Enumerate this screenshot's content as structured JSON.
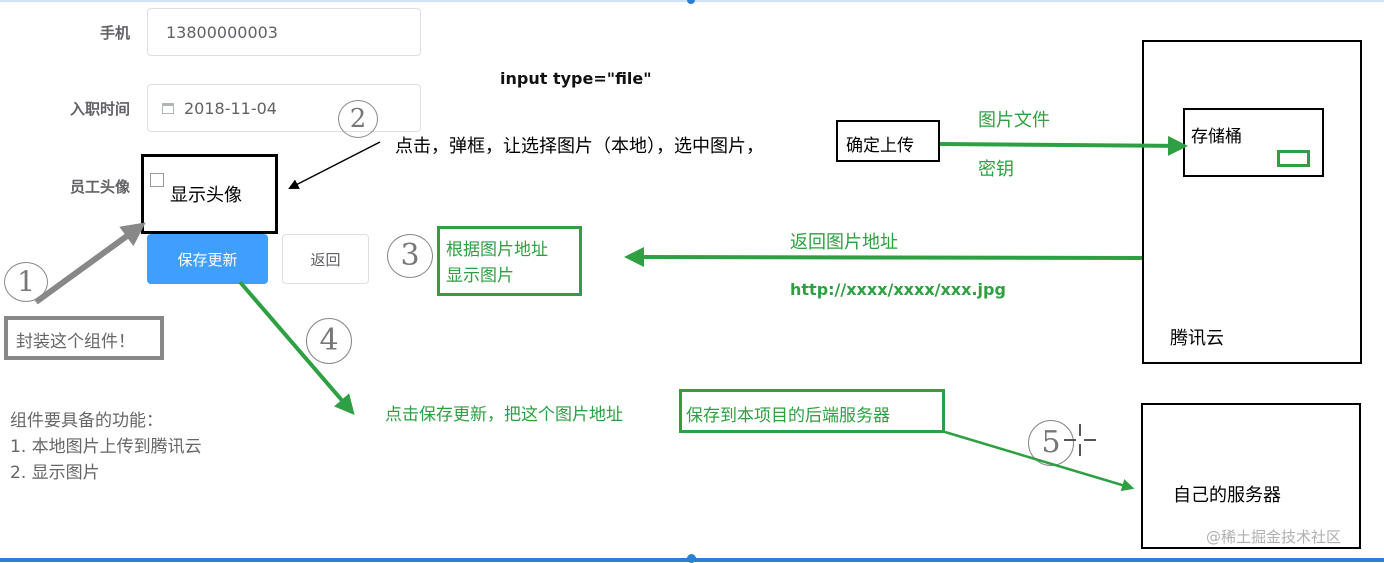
{
  "form": {
    "phone_label": "手机",
    "phone_value": "13800000003",
    "hire_label": "入职时间",
    "hire_value": "2018-11-04",
    "avatar_label": "员工头像",
    "avatar_alt": "显示头像",
    "save_button": "保存更新",
    "back_button": "返回"
  },
  "annotations": {
    "input_type": "input type=\"file\"",
    "step2_text": "点击，弹框，让选择图片（本地），选中图片，",
    "confirm_upload": "确定上传",
    "image_file": "图片文件",
    "secret_key": "密钥",
    "bucket": "存储桶",
    "tencent_cloud": "腾讯云",
    "return_address": "返回图片地址",
    "example_url": "http://xxxx/xxxx/xxx.jpg",
    "display_line1": "根据图片地址",
    "display_line2": "显示图片",
    "save_text_prefix": "点击保存更新，把这个图片地址",
    "save_text_box": "保存到本项目的后端服务器",
    "own_server": "自己的服务器",
    "wrap_component": "封装这个组件！",
    "features_title": "组件要具备的功能：",
    "feature1": "1. 本地图片上传到腾讯云",
    "feature2": "2. 显示图片",
    "watermark": "@稀土掘金技术社区"
  },
  "colors": {
    "green": "#2ea043",
    "primary": "#409eff",
    "guide_blue": "#2d7fd3",
    "handwriting": "#777777"
  }
}
